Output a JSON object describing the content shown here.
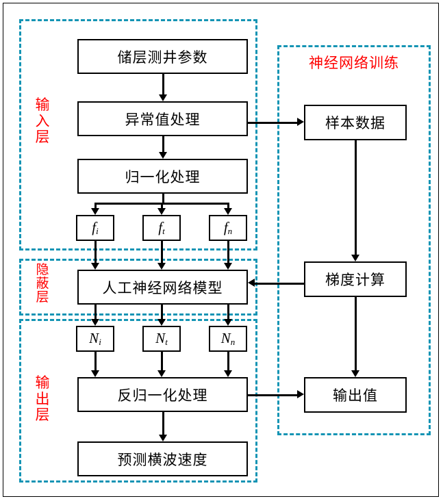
{
  "diagram": {
    "type": "flowchart",
    "title_visible": false,
    "colors": {
      "group_border": "#1494b4",
      "label_red": "#ff0000",
      "box_border": "#000000",
      "connector": "#000000",
      "background": "#ffffff"
    },
    "groups": [
      {
        "id": "input-layer",
        "label": "输入层",
        "label_orientation": "vertical"
      },
      {
        "id": "hidden-layer",
        "label": "隐蔽层",
        "label_orientation": "vertical"
      },
      {
        "id": "output-layer",
        "label": "输出层",
        "label_orientation": "vertical"
      },
      {
        "id": "training-panel",
        "label": "神经网络训练",
        "label_orientation": "horizontal"
      }
    ],
    "left_column": {
      "reservoir_params": "储层测井参数",
      "outlier_processing": "异常值处理",
      "normalization": "归一化处理",
      "feature_nodes": [
        {
          "base": "f",
          "sub": "i"
        },
        {
          "base": "f",
          "sub": "t"
        },
        {
          "base": "f",
          "sub": "n"
        }
      ],
      "ann_model": "人工神经网络模型",
      "neuron_nodes": [
        {
          "base": "N",
          "sub": "i"
        },
        {
          "base": "N",
          "sub": "t"
        },
        {
          "base": "N",
          "sub": "n"
        }
      ],
      "denormalization": "反归一化处理",
      "prediction": "预测横波速度"
    },
    "right_column": {
      "sample_data": "样本数据",
      "gradient_calc": "梯度计算",
      "output_value": "输出值"
    },
    "connections": [
      {
        "from": "储层测井参数",
        "to": "异常值处理",
        "direction": "down"
      },
      {
        "from": "异常值处理",
        "to": "归一化处理",
        "direction": "down"
      },
      {
        "from": "异常值处理",
        "to": "样本数据",
        "direction": "right"
      },
      {
        "from": "归一化处理",
        "to": "f_i",
        "direction": "down"
      },
      {
        "from": "归一化处理",
        "to": "f_t",
        "direction": "down"
      },
      {
        "from": "归一化处理",
        "to": "f_n",
        "direction": "down"
      },
      {
        "from": "f_i",
        "to": "人工神经网络模型",
        "direction": "down"
      },
      {
        "from": "f_t",
        "to": "人工神经网络模型",
        "direction": "down"
      },
      {
        "from": "f_n",
        "to": "人工神经网络模型",
        "direction": "down"
      },
      {
        "from": "人工神经网络模型",
        "to": "N_i",
        "direction": "down"
      },
      {
        "from": "人工神经网络模型",
        "to": "N_t",
        "direction": "down"
      },
      {
        "from": "人工神经网络模型",
        "to": "N_n",
        "direction": "down"
      },
      {
        "from": "N_i",
        "to": "反归一化处理",
        "direction": "down"
      },
      {
        "from": "N_t",
        "to": "反归一化处理",
        "direction": "down"
      },
      {
        "from": "N_n",
        "to": "反归一化处理",
        "direction": "down"
      },
      {
        "from": "反归一化处理",
        "to": "预测横波速度",
        "direction": "down"
      },
      {
        "from": "反归一化处理",
        "to": "输出值",
        "direction": "right"
      },
      {
        "from": "样本数据",
        "to": "梯度计算",
        "direction": "down"
      },
      {
        "from": "梯度计算",
        "to": "输出值",
        "direction": "down"
      },
      {
        "from": "梯度计算",
        "to": "人工神经网络模型",
        "direction": "left"
      }
    ]
  }
}
